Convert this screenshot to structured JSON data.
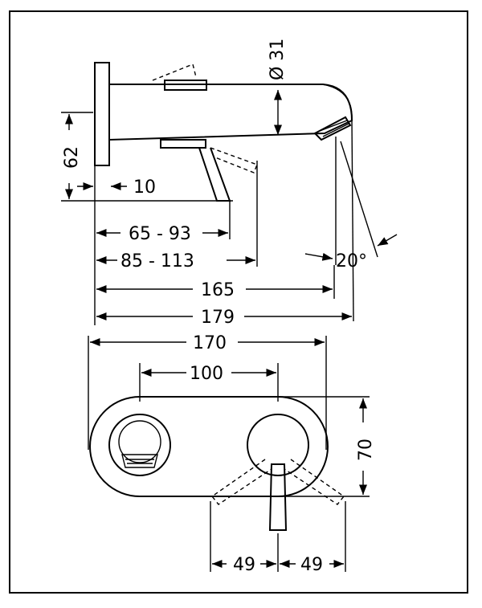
{
  "dimensions": {
    "diameter": "Ø 31",
    "height_left": "62",
    "wall": "10",
    "range_a": "65 - 93",
    "range_b": "85 - 113",
    "len_165": "165",
    "len_179": "179",
    "width_170": "170",
    "spacing_100": "100",
    "height_70": "70",
    "offset_left": "49",
    "offset_right": "49",
    "angle": "20°"
  }
}
